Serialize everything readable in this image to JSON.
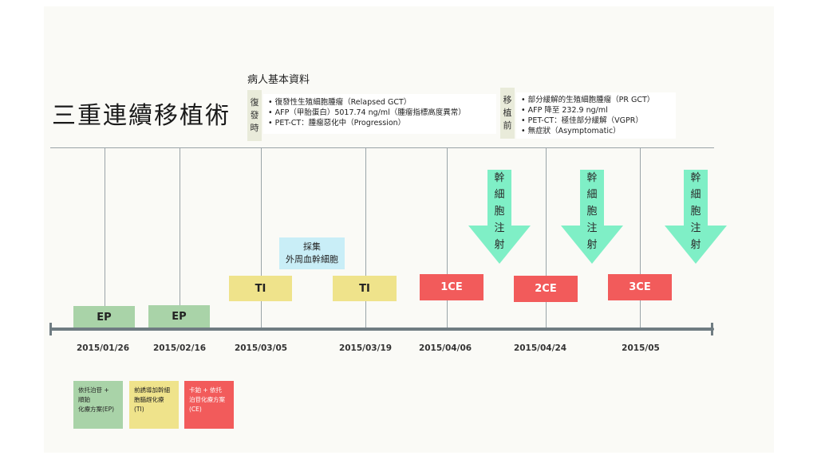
{
  "title": "三重連續移植術",
  "info": {
    "heading": "病人基本資料",
    "relapse": {
      "label_chars": [
        "復",
        "發",
        "時"
      ],
      "items": [
        "• 復發性生殖細胞腫瘤（Relapsed GCT）",
        "• AFP（甲胎蛋白）5017.74 ng/ml（腫瘤指標高度異常）",
        "• PET-CT：腫瘤惡化中（Progression）"
      ]
    },
    "pre_transplant": {
      "label_chars": [
        "移",
        "植",
        "前"
      ],
      "items": [
        "• 部分緩解的生殖細胞腫瘤（PR GCT）",
        "• AFP 降至 232.9 ng/ml",
        "• PET-CT：極佳部分緩解（VGPR）",
        "• 無症狀（Asymptomatic）"
      ]
    }
  },
  "timeline": {
    "dates": [
      "2015/01/26",
      "2015/02/16",
      "2015/03/05",
      "2015/03/19",
      "2015/04/06",
      "2015/04/24",
      "2015/05"
    ],
    "regimens": [
      "EP",
      "EP",
      "TI",
      "TI",
      "1CE",
      "2CE",
      "3CE"
    ],
    "harvest_lines": [
      "採集",
      "外周血幹細胞"
    ],
    "stem_cell_chars": [
      "幹",
      "細",
      "胞",
      "注",
      "射"
    ]
  },
  "legend": {
    "ep": [
      "依托泊苷 +",
      "順鉑",
      "化療方案(EP)"
    ],
    "ti": [
      "前誘導加幹細",
      "胞腦趕化療",
      "(TI)"
    ],
    "ce": [
      "卡鉑 + 依托",
      "泊苷化療方案",
      "(CE)"
    ]
  },
  "colors": {
    "ep": "#a9d3a8",
    "ti": "#efe38b",
    "ce": "#f25b5b",
    "arrow": "#7fefc6",
    "harvest": "#c9eef7"
  }
}
